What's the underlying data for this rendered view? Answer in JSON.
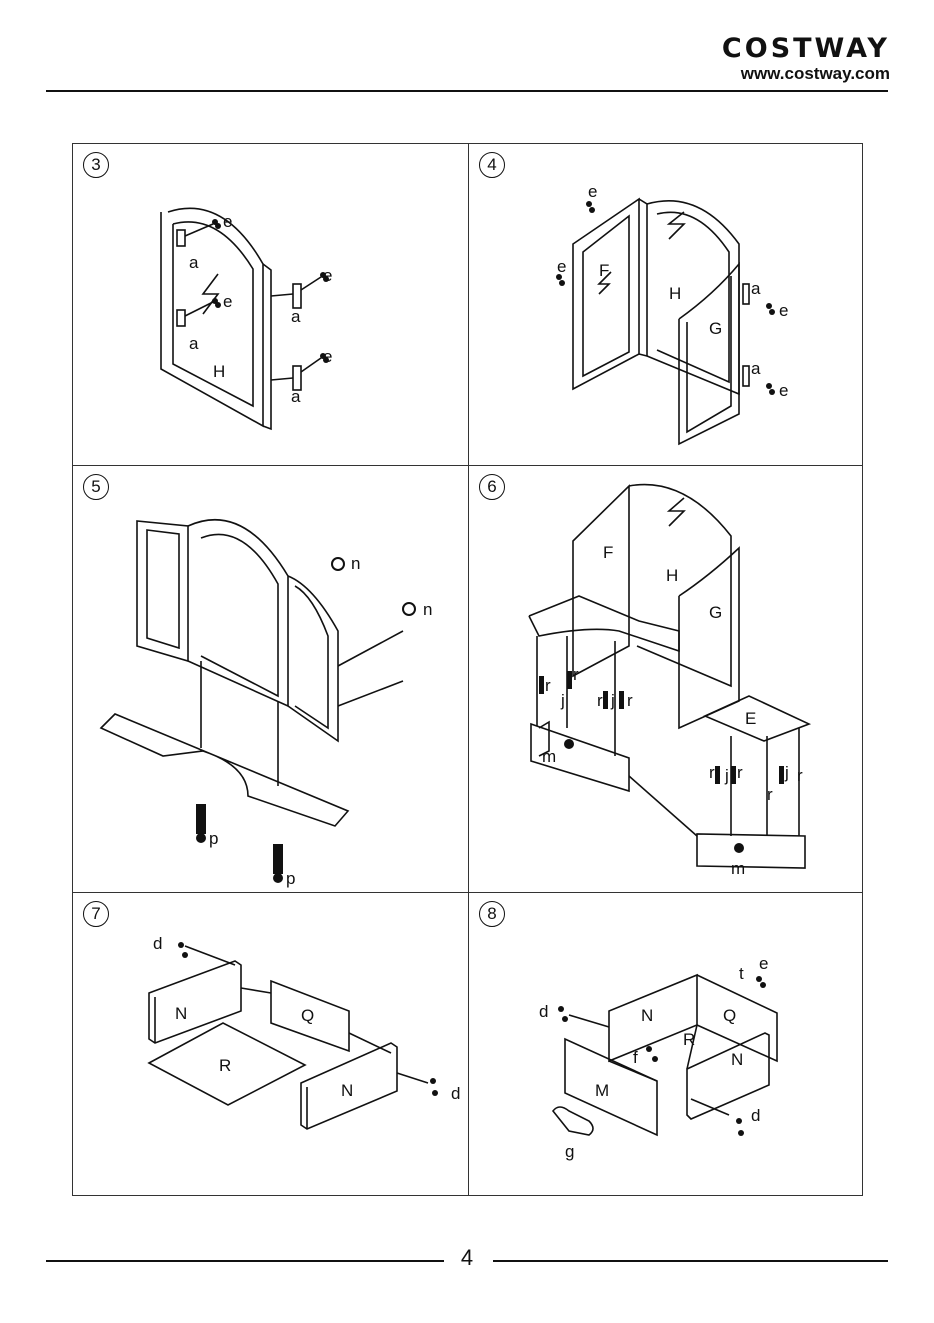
{
  "header": {
    "brand": "COSTWAY",
    "url": "www.costway.com"
  },
  "steps": [
    {
      "number": "3",
      "labels": [
        "e",
        "a",
        "e",
        "a",
        "e",
        "a",
        "e",
        "a",
        "H"
      ]
    },
    {
      "number": "4",
      "labels": [
        "e",
        "e",
        "F",
        "H",
        "G",
        "a",
        "e",
        "a",
        "e"
      ]
    },
    {
      "number": "5",
      "labels": [
        "n",
        "n",
        "p",
        "p"
      ]
    },
    {
      "number": "6",
      "labels": [
        "F",
        "H",
        "G",
        "E",
        "r",
        "r",
        "j",
        "r",
        "j",
        "r",
        "m",
        "r",
        "j",
        "r",
        "r",
        "j",
        "r",
        "m"
      ]
    },
    {
      "number": "7",
      "labels": [
        "d",
        "N",
        "Q",
        "R",
        "N",
        "d"
      ]
    },
    {
      "number": "8",
      "labels": [
        "t",
        "e",
        "d",
        "N",
        "Q",
        "R",
        "f",
        "N",
        "M",
        "d",
        "g"
      ]
    }
  ],
  "footer": {
    "page_number": "4"
  }
}
